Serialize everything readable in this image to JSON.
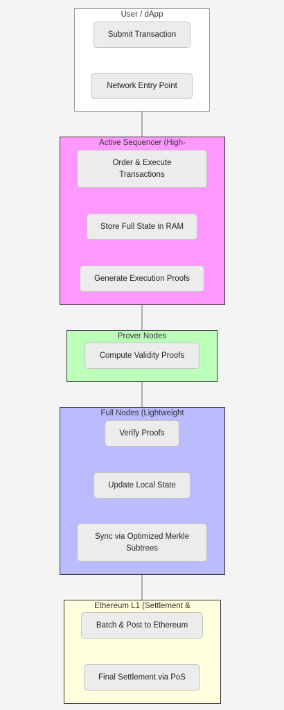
{
  "clusters": {
    "user": {
      "title": "User / dApp",
      "fill": "#ffffff",
      "stroke": "#999999"
    },
    "sequencer": {
      "title": "Active Sequencer (High-",
      "fill": "#ff99ff",
      "stroke": "#333333"
    },
    "prover": {
      "title": "Prover Nodes",
      "fill": "#bbffbb",
      "stroke": "#333333"
    },
    "fullnodes": {
      "title": "Full Nodes (Lightweight",
      "fill": "#bbbbff",
      "stroke": "#333333"
    },
    "ethereum": {
      "title": "Ethereum L1 (Settlement &",
      "fill": "#ffffdd",
      "stroke": "#333333"
    }
  },
  "nodes": {
    "submit": "Submit Transaction",
    "entry": "Network Entry Point",
    "order": "Order & Execute Transactions",
    "store": "Store Full State in RAM",
    "genproofs": "Generate Execution Proofs",
    "compute": "Compute Validity Proofs",
    "verify": "Verify Proofs",
    "update": "Update Local State",
    "sync": "Sync via Optimized Merkle Subtrees",
    "batch": "Batch & Post to Ethereum",
    "final": "Final Settlement via PoS"
  },
  "colors": {
    "edge": "#666666",
    "node_fill": "#ececec",
    "node_border": "#c4c4c4"
  }
}
